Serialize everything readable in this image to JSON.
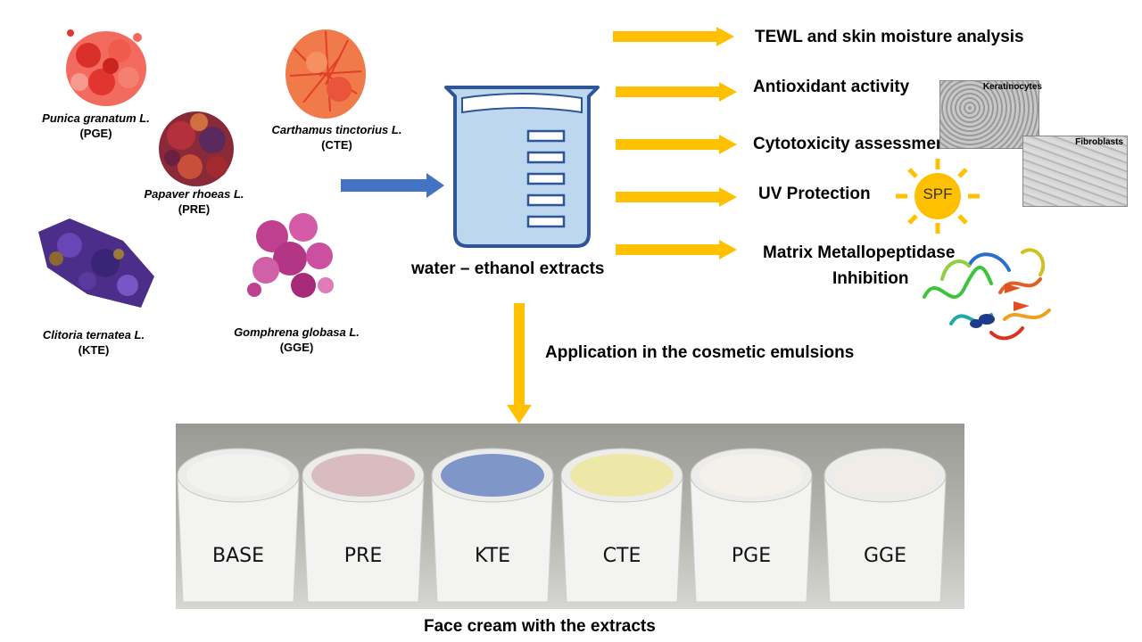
{
  "plants": [
    {
      "name": "Punica granatum L.",
      "code": "(PGE)"
    },
    {
      "name": "Papaver rhoeas L.",
      "code": "(PRE)"
    },
    {
      "name": "Carthamus tinctorius L.",
      "code": "(CTE)"
    },
    {
      "name": "Clitoria ternatea L.",
      "code": "(KTE)"
    },
    {
      "name": "Gomphrena globasa L.",
      "code": "(GGE)"
    }
  ],
  "extract_label": "water – ethanol extracts",
  "results": [
    "TEWL and skin moisture analysis",
    "Antioxidant activity",
    "Cytotoxicity assessment",
    "UV Protection",
    "Matrix Metallopeptidase",
    "Inhibition"
  ],
  "cells": {
    "keratinocytes": "Keratinocytes",
    "fibroblasts": "Fibroblasts"
  },
  "spf_label": "SPF",
  "application_label": "Application in the cosmetic emulsions",
  "jars": [
    "BASE",
    "PRE",
    "KTE",
    "CTE",
    "PGE",
    "GGE"
  ],
  "photo_caption": "Face cream with the extracts",
  "colors": {
    "arrow_yellow": "#FFC000",
    "arrow_blue": "#4472C4",
    "beaker_fill": "#BDD7EE",
    "beaker_stroke": "#2E5597",
    "sun": "#FFC000"
  },
  "icons": [
    "flower-pile-icon",
    "beaker-icon",
    "sun-icon",
    "protein-structure-icon",
    "cell-culture-image"
  ]
}
